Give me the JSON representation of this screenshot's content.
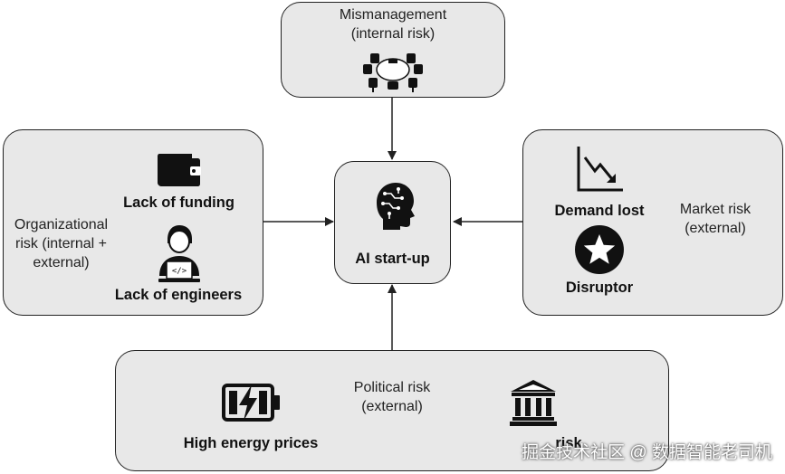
{
  "top": {
    "line1": "Mismanagement",
    "line2": "(internal risk)"
  },
  "center": {
    "label": "AI start-up"
  },
  "left": {
    "risk_line1": "Organizational",
    "risk_line2": "risk (internal +",
    "risk_line3": "external)",
    "item1": "Lack of funding",
    "item2": "Lack of engineers"
  },
  "right": {
    "risk_line1": "Market risk",
    "risk_line2": "(external)",
    "item1": "Demand lost",
    "item2": "Disruptor"
  },
  "bottom": {
    "risk_line1": "Political risk",
    "risk_line2": "(external)",
    "item1": "High energy prices",
    "item2": "risk"
  },
  "watermark": "掘金技术社区 @ 数据智能老司机",
  "colors": {
    "box_fill": "#e8e8e8",
    "border": "#222222",
    "icon": "#111111"
  }
}
